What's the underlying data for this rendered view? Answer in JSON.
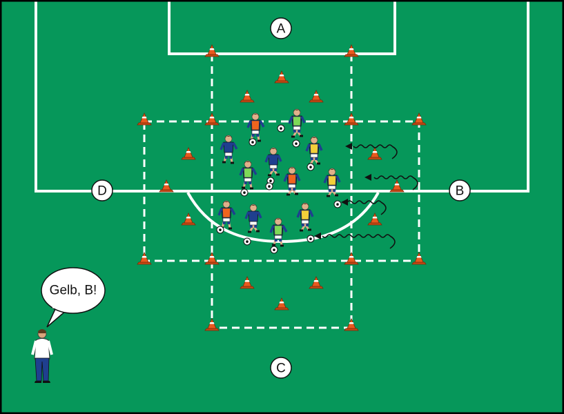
{
  "colors": {
    "pitch": "#06975a",
    "lines": "#ffffff",
    "cone": "#e85a1e",
    "team_shirt": "#1f3f8f",
    "bib_orange": "#f0641e",
    "bib_green": "#7ed957",
    "bib_yellow": "#f2cf3a"
  },
  "labels": {
    "a": "A",
    "b": "B",
    "c": "C",
    "d": "D"
  },
  "coach": {
    "speech": "Gelb, B!"
  },
  "icons": {
    "cone": "training-cone-icon",
    "player": "player-icon",
    "ball": "football-icon",
    "dribble": "dribble-path-arrow"
  }
}
